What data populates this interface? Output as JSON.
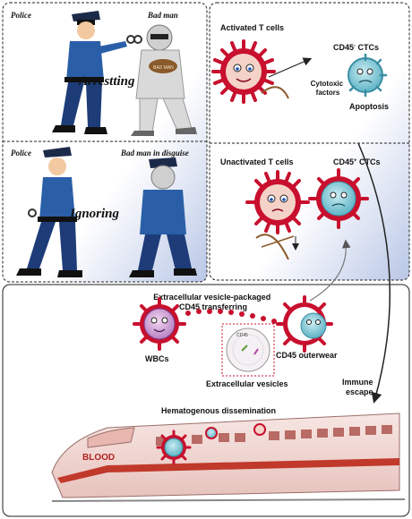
{
  "panel_top_left": {
    "police_label": "Police",
    "bad_man_label": "Bad man",
    "caption": "Arrestting",
    "badge_text": "BAD MAN"
  },
  "panel_bottom_left": {
    "police_label": "Police",
    "bad_man_label": "Bad man in disguise",
    "caption": "Ignoring"
  },
  "panel_top_right": {
    "t_cell_label": "Activated T cells",
    "ctc_label_base": "CD45",
    "ctc_label_sup": "-",
    "ctc_label_tail": " CTCs",
    "cytotoxic_line1": "Cytotoxic",
    "cytotoxic_line2": "factors",
    "apoptosis_label": "Apoptosis"
  },
  "panel_bottom_right": {
    "t_cell_label": "Unactivated T cells",
    "ctc_label_base": "CD45",
    "ctc_label_sup": "+",
    "ctc_label_tail": " CTCs"
  },
  "transfer": {
    "line1": "Extracellular vesicle-packaged",
    "line2": "CD45 transferring",
    "wbc_label": "WBCs",
    "outerwear_label": "CD45 outerwear",
    "vesicle_label": "Extracellular vesicles",
    "vesicle_inner_label": "CD45"
  },
  "escape": {
    "line1": "Immune",
    "line2": "escape"
  },
  "train": {
    "title": "Hematogenous dissemination",
    "blood_label": "BLOOD"
  },
  "colors": {
    "t_cell_red": "#c8102e",
    "ctc_teal": "#7ec8d6",
    "police_blue": "#2a5fa8",
    "train_pink": "#f1d9d6"
  }
}
